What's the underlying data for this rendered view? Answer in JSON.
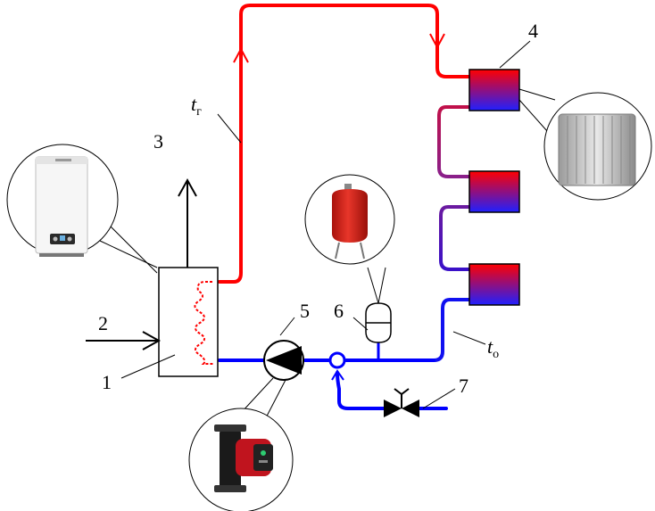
{
  "labels": {
    "boiler": "1",
    "fuel_input": "2",
    "flue_output": "3",
    "radiators": "4",
    "pump": "5",
    "expansion_tank": "6",
    "valve": "7"
  },
  "temperatures": {
    "supply_symbol": "t",
    "supply_sub": "г",
    "return_symbol": "t",
    "return_sub": "о"
  },
  "colors": {
    "supply": "#ff0000",
    "return": "#0000ff",
    "mid": "#8a1f8a",
    "tank": "#d9261c",
    "pump_body": "#1a1a1a",
    "pump_accent": "#c0141e"
  }
}
